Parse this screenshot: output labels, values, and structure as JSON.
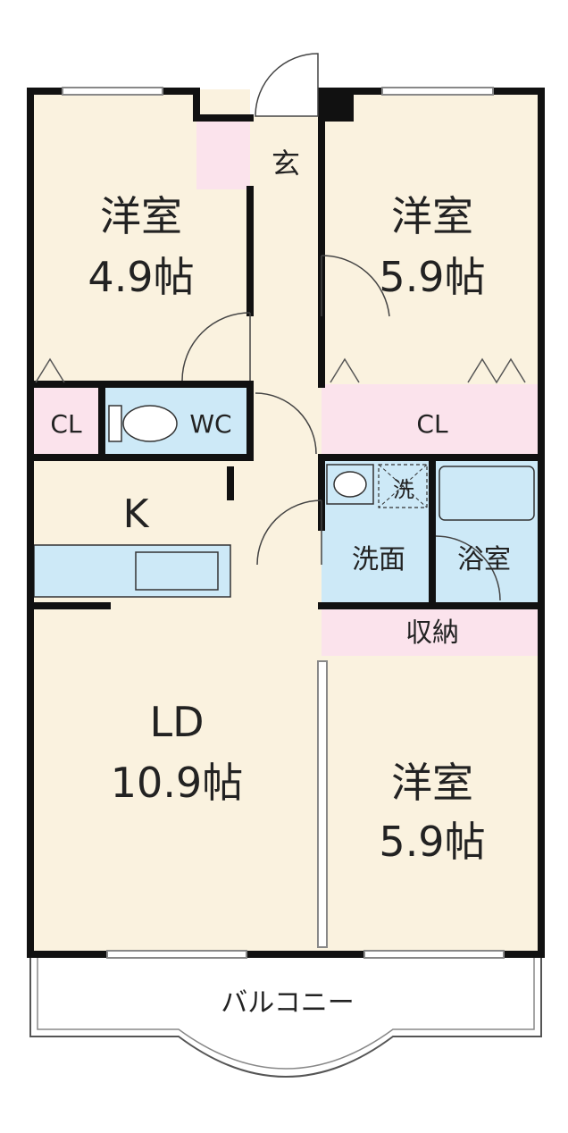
{
  "colors": {
    "room": "#faf2df",
    "closet": "#fbe3ec",
    "wet": "#cde9f7",
    "wall": "#111111",
    "balcony": "#ffffff"
  },
  "rooms": {
    "western_room_1": {
      "name": "洋室",
      "size": "4.9帖"
    },
    "western_room_2": {
      "name": "洋室",
      "size": "5.9帖"
    },
    "western_room_3": {
      "name": "洋室",
      "size": "5.9帖"
    },
    "entrance": {
      "name": "玄"
    },
    "closet_left": {
      "name": "CL"
    },
    "closet_right": {
      "name": "CL"
    },
    "toilet": {
      "name": "WC"
    },
    "kitchen": {
      "name": "K"
    },
    "living_dining": {
      "name": "LD",
      "size": "10.9帖"
    },
    "washroom": {
      "name": "洗面"
    },
    "washing_machine": {
      "name": "洗"
    },
    "bathroom": {
      "name": "浴室"
    },
    "storage": {
      "name": "収納"
    },
    "balcony": {
      "name": "バルコニー"
    }
  }
}
